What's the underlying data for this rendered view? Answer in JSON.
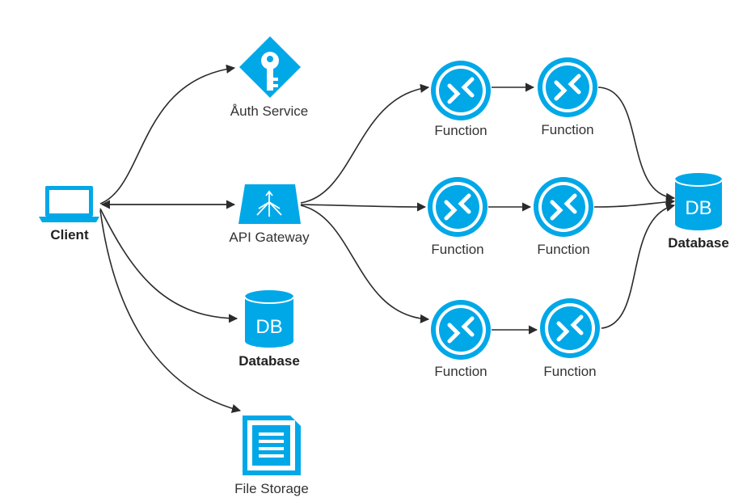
{
  "colors": {
    "accent": "#00a8e8",
    "edge": "#2b2b2b",
    "text": "#333333"
  },
  "nodes": {
    "client": {
      "label": "Client",
      "icon": "laptop-icon"
    },
    "auth": {
      "label": "Åuth Service",
      "icon": "key-icon"
    },
    "gateway": {
      "label": "API Gateway",
      "icon": "api-gateway-icon"
    },
    "db_left": {
      "label": "Database",
      "icon": "database-icon",
      "badge": "DB"
    },
    "storage": {
      "label": "File Storage",
      "icon": "document-icon"
    },
    "f1a": {
      "label": "Function",
      "icon": "function-icon"
    },
    "f1b": {
      "label": "Function",
      "icon": "function-icon"
    },
    "f2a": {
      "label": "Function",
      "icon": "function-icon"
    },
    "f2b": {
      "label": "Function",
      "icon": "function-icon"
    },
    "f3a": {
      "label": "Function",
      "icon": "function-icon"
    },
    "f3b": {
      "label": "Function",
      "icon": "function-icon"
    },
    "db_right": {
      "label": "Database",
      "icon": "database-icon",
      "badge": "DB"
    }
  },
  "edges": [
    {
      "from": "client",
      "to": "auth"
    },
    {
      "from": "gateway",
      "to": "client"
    },
    {
      "from": "client",
      "to": "gateway"
    },
    {
      "from": "client",
      "to": "db_left"
    },
    {
      "from": "client",
      "to": "storage"
    },
    {
      "from": "gateway",
      "to": "f1a"
    },
    {
      "from": "gateway",
      "to": "f2a"
    },
    {
      "from": "gateway",
      "to": "f3a"
    },
    {
      "from": "f1a",
      "to": "f1b"
    },
    {
      "from": "f2a",
      "to": "f2b"
    },
    {
      "from": "f3a",
      "to": "f3b"
    },
    {
      "from": "f1b",
      "to": "db_right"
    },
    {
      "from": "f2b",
      "to": "db_right"
    },
    {
      "from": "f3b",
      "to": "db_right"
    }
  ]
}
